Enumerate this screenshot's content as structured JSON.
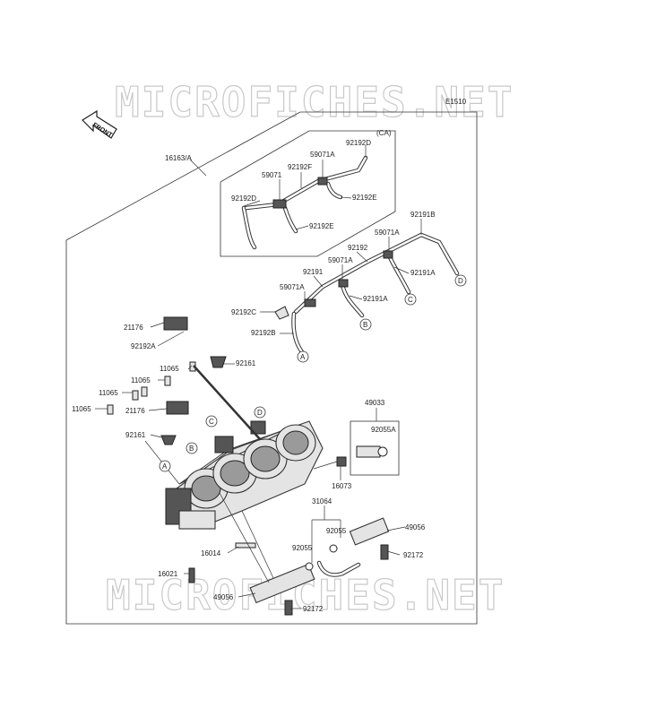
{
  "watermark": "MICROFICHES.NET",
  "diagram_code": "E1510",
  "front_label": "FRONT",
  "ca_label": "(CA)",
  "callouts": {
    "a": "A",
    "b": "B",
    "c": "C",
    "d": "D"
  },
  "labels": {
    "l16163A": "16163/A",
    "l92192D_top": "92192D",
    "l59071A_top": "59071A",
    "l92192F": "92192F",
    "l59071_top": "59071",
    "l92192D_left": "92192D",
    "l92192E_right": "92192E",
    "l92192E_bottom": "92192E",
    "l92191B": "92191B",
    "l59071A_r1": "59071A",
    "l92192": "92192",
    "l59071A_r2": "59071A",
    "l92191A_r1": "92191A",
    "l92191": "92191",
    "l59071A_r3": "59071A",
    "l92191A_r2": "92191A",
    "l92192C": "92192C",
    "l92192B": "92192B",
    "l21176_top": "21176",
    "l92192A": "92192A",
    "l92161_top": "92161",
    "l11065_1": "11065",
    "l11065_2": "11065",
    "l11065_3": "11065",
    "l11065_4": "11065",
    "l21176_mid": "21176",
    "l92161_mid": "92161",
    "l49033": "49033",
    "l92055A": "92055A",
    "l16073": "16073",
    "l31064": "31064",
    "l92055_l": "92055",
    "l92055_r": "92055",
    "l49056_r": "49056",
    "l92172_r": "92172",
    "l16014": "16014",
    "l16021": "16021",
    "l49056_l": "49056",
    "l92172_l": "92172"
  }
}
